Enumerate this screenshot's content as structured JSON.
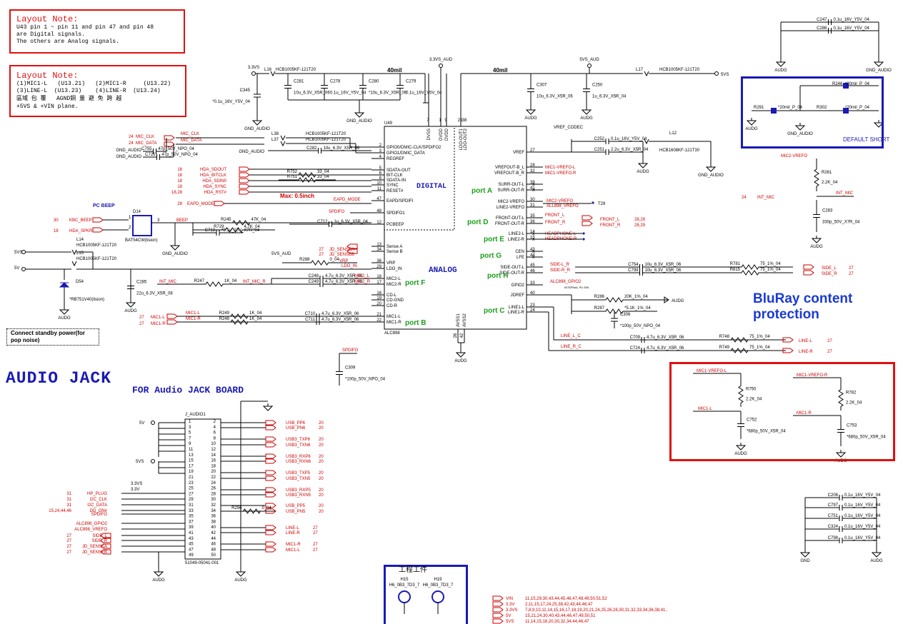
{
  "notes": {
    "note1_title": "Layout  Note:",
    "note1_lines": [
      "U43 pin 1 ~ pin 11 and pin 47 and pin 48",
      "are Digital signals.",
      "The others are Analog signals."
    ],
    "note2_title": "Layout  Note:",
    "note2_lines": [
      "(1)MIC1-L   (U13.21)   (2)MIC1-R     (U13.22)",
      "(3)LINE-L  (U13.23)    (4)LINE-R  (U13.24)",
      "區域 包 覆   AGND銅 量 避 免 跨 越",
      "+5VS & +VIN plane."
    ],
    "standby": [
      "Connect  standby power(for",
      "pop noise)"
    ]
  },
  "titles": {
    "audio_jack": "AUDIO JACK",
    "for_board": "FOR Audio JACK BOARD",
    "bluray_1": "BluRay content",
    "bluray_2": "protection",
    "pc_beep": "PC BEEP",
    "default_short": "DEFAULT  SHORT",
    "tool_box": "工程工件",
    "width_a": "40mil",
    "width_b": "40mil",
    "max_len": "Max:  0.5inch"
  },
  "ic": {
    "ref": "U49",
    "part": "ALC898",
    "digital": "DIGITAL",
    "analog": "ANALOG",
    "left_pins": [
      [
        "2",
        "GPIO0/DMIC-CLK/SPDIFO2"
      ],
      [
        "3",
        "GPIO1/DMIC_DATA"
      ],
      [
        "4",
        "REGREF"
      ],
      [
        "5",
        "SDATA-OUT"
      ],
      [
        "6",
        "BIT-CLK"
      ],
      [
        "8",
        "SDATA-IN"
      ],
      [
        "10",
        "SYNC"
      ],
      [
        "11",
        "RESET#"
      ],
      [
        "47",
        "EAPD/SPDIFI"
      ],
      [
        "48",
        "SPDIFO1"
      ],
      [
        "12",
        "PCBEEP"
      ],
      [
        "13",
        "Sense A"
      ],
      [
        "34",
        "Sense B"
      ],
      [
        "36",
        "VRP"
      ],
      [
        "29",
        "LDO_IN"
      ],
      [
        "18",
        "MIC2-L"
      ],
      [
        "17",
        "MIC2-R"
      ],
      [
        "16",
        "CD-L"
      ],
      [
        "19",
        "CD-GND"
      ],
      [
        "20",
        "CD-R"
      ],
      [
        "21",
        "MIC1-L"
      ],
      [
        "22",
        "MIC1-R"
      ]
    ],
    "right_pins": [
      [
        "27",
        "VREF"
      ],
      [
        "28",
        "VREFOUT-B_L"
      ],
      [
        "32",
        "VREFOUT-B_R"
      ],
      [
        "39",
        "SURR-OUT-L"
      ],
      [
        "41",
        "SURR-OUT-R"
      ],
      [
        "30",
        "MIC2-VREFO"
      ],
      [
        "31",
        "LINE2-VREFO"
      ],
      [
        "35",
        "FRONT-OUT-L"
      ],
      [
        "36",
        "FRONT-OUT-R"
      ],
      [
        "14",
        "LINE2-L"
      ],
      [
        "15",
        "LINE2-R"
      ],
      [
        "43",
        "CEN"
      ],
      [
        "44",
        "LFE"
      ],
      [
        "45",
        "SIDE-OUT-L"
      ],
      [
        "46",
        "SIDE-OUT-R"
      ],
      [
        "33",
        "GPIO2"
      ],
      [
        "40",
        "JDREF"
      ],
      [
        "23",
        "LINE1-L"
      ],
      [
        "24",
        "LINE1-R"
      ]
    ],
    "top_pins": [
      [
        "7",
        "DVSS"
      ],
      [
        "1",
        "DVDD"
      ],
      [
        "9",
        "DVDD"
      ],
      [
        "25",
        "LDO-OUT1"
      ],
      [
        "38",
        "LDO-OUT2"
      ]
    ],
    "bottom_pins": [
      [
        "26",
        "AVSS1"
      ],
      [
        "42",
        "AVSS2"
      ]
    ],
    "ports": [
      "port A",
      "port D",
      "port E",
      "port G",
      "port H",
      "port F",
      "port B",
      "port C"
    ]
  },
  "labels": {
    "p_3v3vs": "3.3VS",
    "p_3v3vs_aud": "3.3VS_AUD",
    "p_5vs_aud": "5VS_AUD",
    "p_5vs": "5VS",
    "p_5v": "5V",
    "vref_codec": "VREF_CODEC",
    "gnd_audio": "GND_AUDIO",
    "audg": "AUDG",
    "gnd": "GND",
    "l16": "L16",
    "l16v": "HCB1005KF-121T20",
    "l17": "L17",
    "l17v": "HCB1005KF-121T20",
    "l12": "L12",
    "l12v": "HCB1608KF-121T30",
    "l38": "L38",
    "l37": "L37",
    "l14": "L14",
    "l14v": "HCB1005KF-121T20",
    "l15": "L15",
    "l15v": "HCB1005KF-121T20",
    "c345": "C345",
    "c345v": "*0.1u_16V_Y5V_04",
    "c281": "C281",
    "c281v": "10u_6.3V_X5R_06",
    "c278": "C278",
    "c278v": "0.1u_16V_Y5V_04",
    "c280": "C280",
    "c280v": "*10u_6.3V_X5R_06",
    "c279": "C279",
    "c279v": "0.1u_16V_Y5V_04",
    "c307": "C307",
    "c307v": "10u_6.3V_X5R_06",
    "c250": "C250",
    "c250v": "1u_6.3V_X5R_04",
    "c252": "C252",
    "c252v": "0.1u_16V_Y5V_04",
    "c251": "C251",
    "c251v": "2.2u_6.3V_X5R_04",
    "c755": "C755",
    "c725": "C725",
    "c755v": "47p_50V_NPO_04",
    "c725v": "47p_50V_NPO_04",
    "c282": "C282",
    "c282v": "10u_6.3V_X5R_06",
    "r752": "R752",
    "r751": "R751",
    "r33": "33_04",
    "mic_clk": "MIC_CLK",
    "mic_data": "MIC_DATA",
    "hda_sdout": "HDA_SDOUT",
    "hda_bitclk": "HDA_BITCLK",
    "hda_sdin0": "HDA_SDIN0",
    "hda_sync": "HDA_SYNC",
    "hda_rst": "HDA_RST#",
    "eapd": "EAPD_MODE",
    "spdifo": "SPDIFO",
    "beep": "BEEP",
    "kbc_beep": "KBC_BEEP",
    "hda_spkr": "HDA_SPKR",
    "d14": "D14",
    "d14v": "BAT54CW(lision)",
    "r245": "R245",
    "r245v": "47K_04",
    "r729": "R729",
    "r729v": "4.7K_04",
    "c712": "C712",
    "c712v": "1u_6.3V_X5R_04",
    "c713": "C713",
    "c713v": "*0.1u_10V_X7R_04",
    "jd_sensea": "JD_SENSEA",
    "jd_senseb": "JD_SENSEB",
    "r288": "R288",
    "r288v": "0_04",
    "vrp": "VRP",
    "ldo_in": "LDO_IN",
    "int_mic": "INT_MIC",
    "r247": "R247",
    "r247v": "1K_04",
    "int_mic_r": "INT_MIC_R",
    "c248": "C248",
    "c249": "C249",
    "c248v": "4.7u_6.3V_X5R_06",
    "mic2_l": "MIC2_L",
    "mic2_r": "MIC2_R",
    "c285": "C285",
    "c285v": "22u_6.3V_X5R_08",
    "d54": "D54",
    "d54v": "*RB751V40(lision)",
    "mic1_l": "MIC1-L",
    "mic1_r": "MIC1-R",
    "r249": "R249",
    "r248": "R248",
    "r1k": "1K_04",
    "c710": "C710",
    "c711": "C711",
    "c710v": "4.7u_6.3V_X5R_06",
    "c309": "C309",
    "c309v": "*100p_50V_NPO_04",
    "mic1_vrefo_l": "MIC1-VREFO-L",
    "mic1_vrefo_r": "MIC1-VREFO-R",
    "mic2_vrefo": "MIC2-VREFO",
    "all898_vrefo": "ALL898_VREFO",
    "t29": "T29",
    "front_l": "FRONT_L",
    "front_r": "FRONT_R",
    "front_pg": "28,29",
    "headphone_l": "HEADPHONE-L",
    "headphone_r": "HEADPHONE-R",
    "side_l_r": "SIDE-L_R",
    "side_r_r": "SIDE-R_R",
    "c754": "C754",
    "c799": "C799",
    "c754v": "10u_6.3V_X5R_06",
    "r781": "R781",
    "r815": "R815",
    "r75": "75_1%_04",
    "side_l": "SIDE_L",
    "side_r": "SIDE_R",
    "alc_gpio2": "ALC898_GPIO2",
    "internal_pu": "INTERNAL PU 50K",
    "r286": "R286",
    "r286v": "20K_1%_04",
    "r287": "R287",
    "r287v": "*5.1K_1%_04",
    "c306": "C306",
    "c306v": "*100p_50V_NPO_04",
    "line_l_c": "LINE_L_C",
    "line_r_c": "LINE_R_C",
    "c709": "C709",
    "c724": "C724",
    "c709v": "4.7u_6.3V_X5R_06",
    "r748": "R748",
    "r749": "R749",
    "line_l": "LINE-L",
    "line_r": "LINE-R",
    "r261": "R261",
    "r261v": "2.2K_04",
    "c283": "C283",
    "c283v": "330p_50V_X7R_04",
    "r750": "R750",
    "r750v": "2.2K_04",
    "c752": "C752",
    "c752v": "*680p_50V_X5R_04",
    "r782": "R782",
    "r782v": "2.2K_04",
    "c753": "C753",
    "c753v": "*680p_50V_X5R_04",
    "c247": "C247",
    "c286": "C286",
    "cap01": "0.1u_16V_Y5V_04",
    "r246": "R246",
    "r291": "R291",
    "r302": "R302",
    "r20mil": "*20mil_P_04",
    "c206": "C206",
    "c797": "C797",
    "c751": "C751",
    "c324": "C324",
    "c798": "C798",
    "h15": "H15",
    "h19": "H19",
    "hole": "H6_0B3_7D3_7",
    "jaudio": "J_AUDIO1",
    "jaudio_part": "51049-05041-001",
    "r256": "R256",
    "r256v": "0_04",
    "hp_plug": "HP_PLUG",
    "i2c_clk": "I2C_CLK",
    "i2c_data": "I2C_DATA",
    "dd_on": "DD_ON#",
    "sheet_pg_24": "24",
    "sheet_pg_18": "18",
    "sheet_pg_1828": "18,28",
    "sheet_pg_28": "28",
    "sheet_pg_30": "30",
    "sheet_pg_27": "27",
    "sheet_pg_31": "31",
    "sheet_pg_20": "20"
  },
  "usb_nets": [
    [
      "USB_PP6",
      "20"
    ],
    [
      "USB_PN6",
      "20"
    ],
    [
      "USB3_TXP6",
      "20"
    ],
    [
      "USB3_TXN6",
      "20"
    ],
    [
      "USB3_RXP6",
      "20"
    ],
    [
      "USB3_RXN6",
      "20"
    ],
    [
      "USB3_TXP5",
      "20"
    ],
    [
      "USB3_TXN5",
      "20"
    ],
    [
      "USB3_RXP5",
      "20"
    ],
    [
      "USB3_RXN5",
      "20"
    ],
    [
      "USB_PP5",
      "20"
    ],
    [
      "USB_PN5",
      "20"
    ]
  ],
  "jack_right_nets": [
    [
      "LINE-L",
      "27"
    ],
    [
      "LINE-R",
      "27"
    ],
    [
      "MIC1-R",
      "27"
    ],
    [
      "MIC1-L",
      "27"
    ]
  ],
  "jack_left_nets": [
    [
      "HP_PLUG",
      "31"
    ],
    [
      "I2C_CLK",
      "31"
    ],
    [
      "I2C_DATA",
      "31"
    ],
    [
      "DD_ON#",
      "15,24,44,46"
    ],
    [
      "SPDIFO",
      ""
    ],
    [
      "ALC898_GPIO2",
      ""
    ],
    [
      "ALC898_VREFO",
      ""
    ],
    [
      "SIDE_L",
      "27"
    ],
    [
      "SIDE_R",
      "27"
    ],
    [
      "JD_SENSEA",
      "27"
    ],
    [
      "JD_SENSEB",
      "27"
    ]
  ],
  "power_rails": [
    [
      "VIN",
      "11,15,29,30,43,44,45,46,47,48,49,50,51,52"
    ],
    [
      "3.3V",
      "2,11,15,17,24,25,38,42,43,44,46,47"
    ],
    [
      "3.3VS",
      "7,8,9,10,11,14,15,16,17,18,19,20,21,24,25,26,28,30,31,32,33,34,36,38,41,"
    ],
    [
      "5V",
      "15,21,24,30,40,43,44,46,47,49,50,51"
    ],
    [
      "5VS",
      "11,14,15,18,20,30,32,34,44,46,47"
    ]
  ]
}
